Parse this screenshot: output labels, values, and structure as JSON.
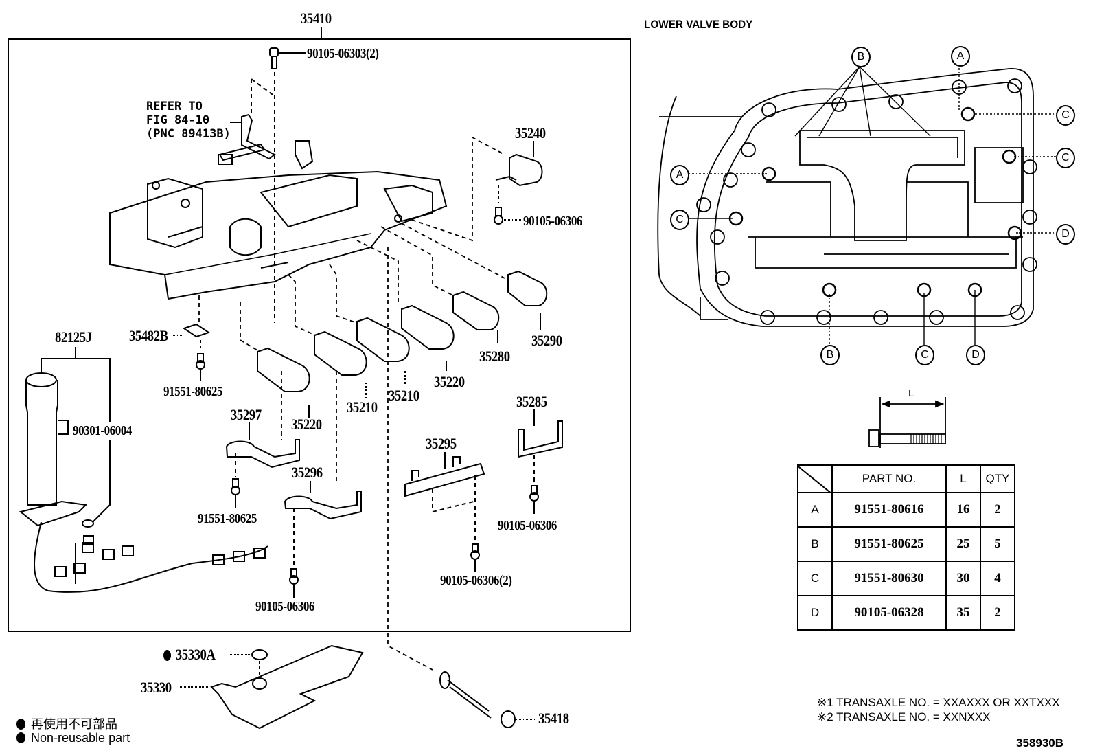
{
  "figure": {
    "number": "358930B",
    "main_assembly_label": "35410",
    "refer_note": [
      "REFER TO",
      "FIG 84-10",
      "(PNC 89413B)"
    ]
  },
  "parts": {
    "p90105_06303": "90105-06303(2)",
    "p35240": "35240",
    "p90105_06306_a": "90105-06306",
    "p35290": "35290",
    "p35280": "35280",
    "p35220_a": "35220",
    "p35210_a": "35210",
    "p35210_b": "35210",
    "p35220_b": "35220",
    "p82125J": "82125J",
    "p35482B": "35482B",
    "p91551_80625_a": "91551-80625",
    "p90301_06004": "90301-06004",
    "p35297": "35297",
    "p91551_80625_b": "91551-80625",
    "p35296": "35296",
    "p90105_06306_b": "90105-06306",
    "p35295": "35295",
    "p90105_06306_c": "90105-06306(2)",
    "p35285": "35285",
    "p90105_06306_d": "90105-06306",
    "p35330A": "35330A",
    "p35330": "35330",
    "p35418": "35418"
  },
  "lower_valve_body": {
    "title": "LOWER VALVE BODY",
    "callouts": {
      "top_b": "B",
      "top_a": "A",
      "right_c1": "C",
      "right_c2": "C",
      "left_a": "A",
      "left_c": "C",
      "right_d": "D",
      "bottom_b": "B",
      "bottom_c": "C",
      "bottom_d": "D"
    },
    "bolt_dimension_label": "L"
  },
  "bolt_table": {
    "headers": [
      "",
      "PART NO.",
      "L",
      "QTY"
    ],
    "rows": [
      {
        "key": "A",
        "part_no": "91551-80616",
        "length": "16",
        "qty": "2"
      },
      {
        "key": "B",
        "part_no": "91551-80625",
        "length": "25",
        "qty": "5"
      },
      {
        "key": "C",
        "part_no": "91551-80630",
        "length": "30",
        "qty": "4"
      },
      {
        "key": "D",
        "part_no": "90105-06328",
        "length": "35",
        "qty": "2"
      }
    ]
  },
  "notes": [
    "※1 TRANSAXLE NO. = XXAXXX OR XXTXXX",
    "※2 TRANSAXLE NO. = XXNXXX"
  ],
  "legend": {
    "japanese": "再使用不可部品",
    "english": "Non-reusable part",
    "marker_icon": "filled-circle"
  }
}
